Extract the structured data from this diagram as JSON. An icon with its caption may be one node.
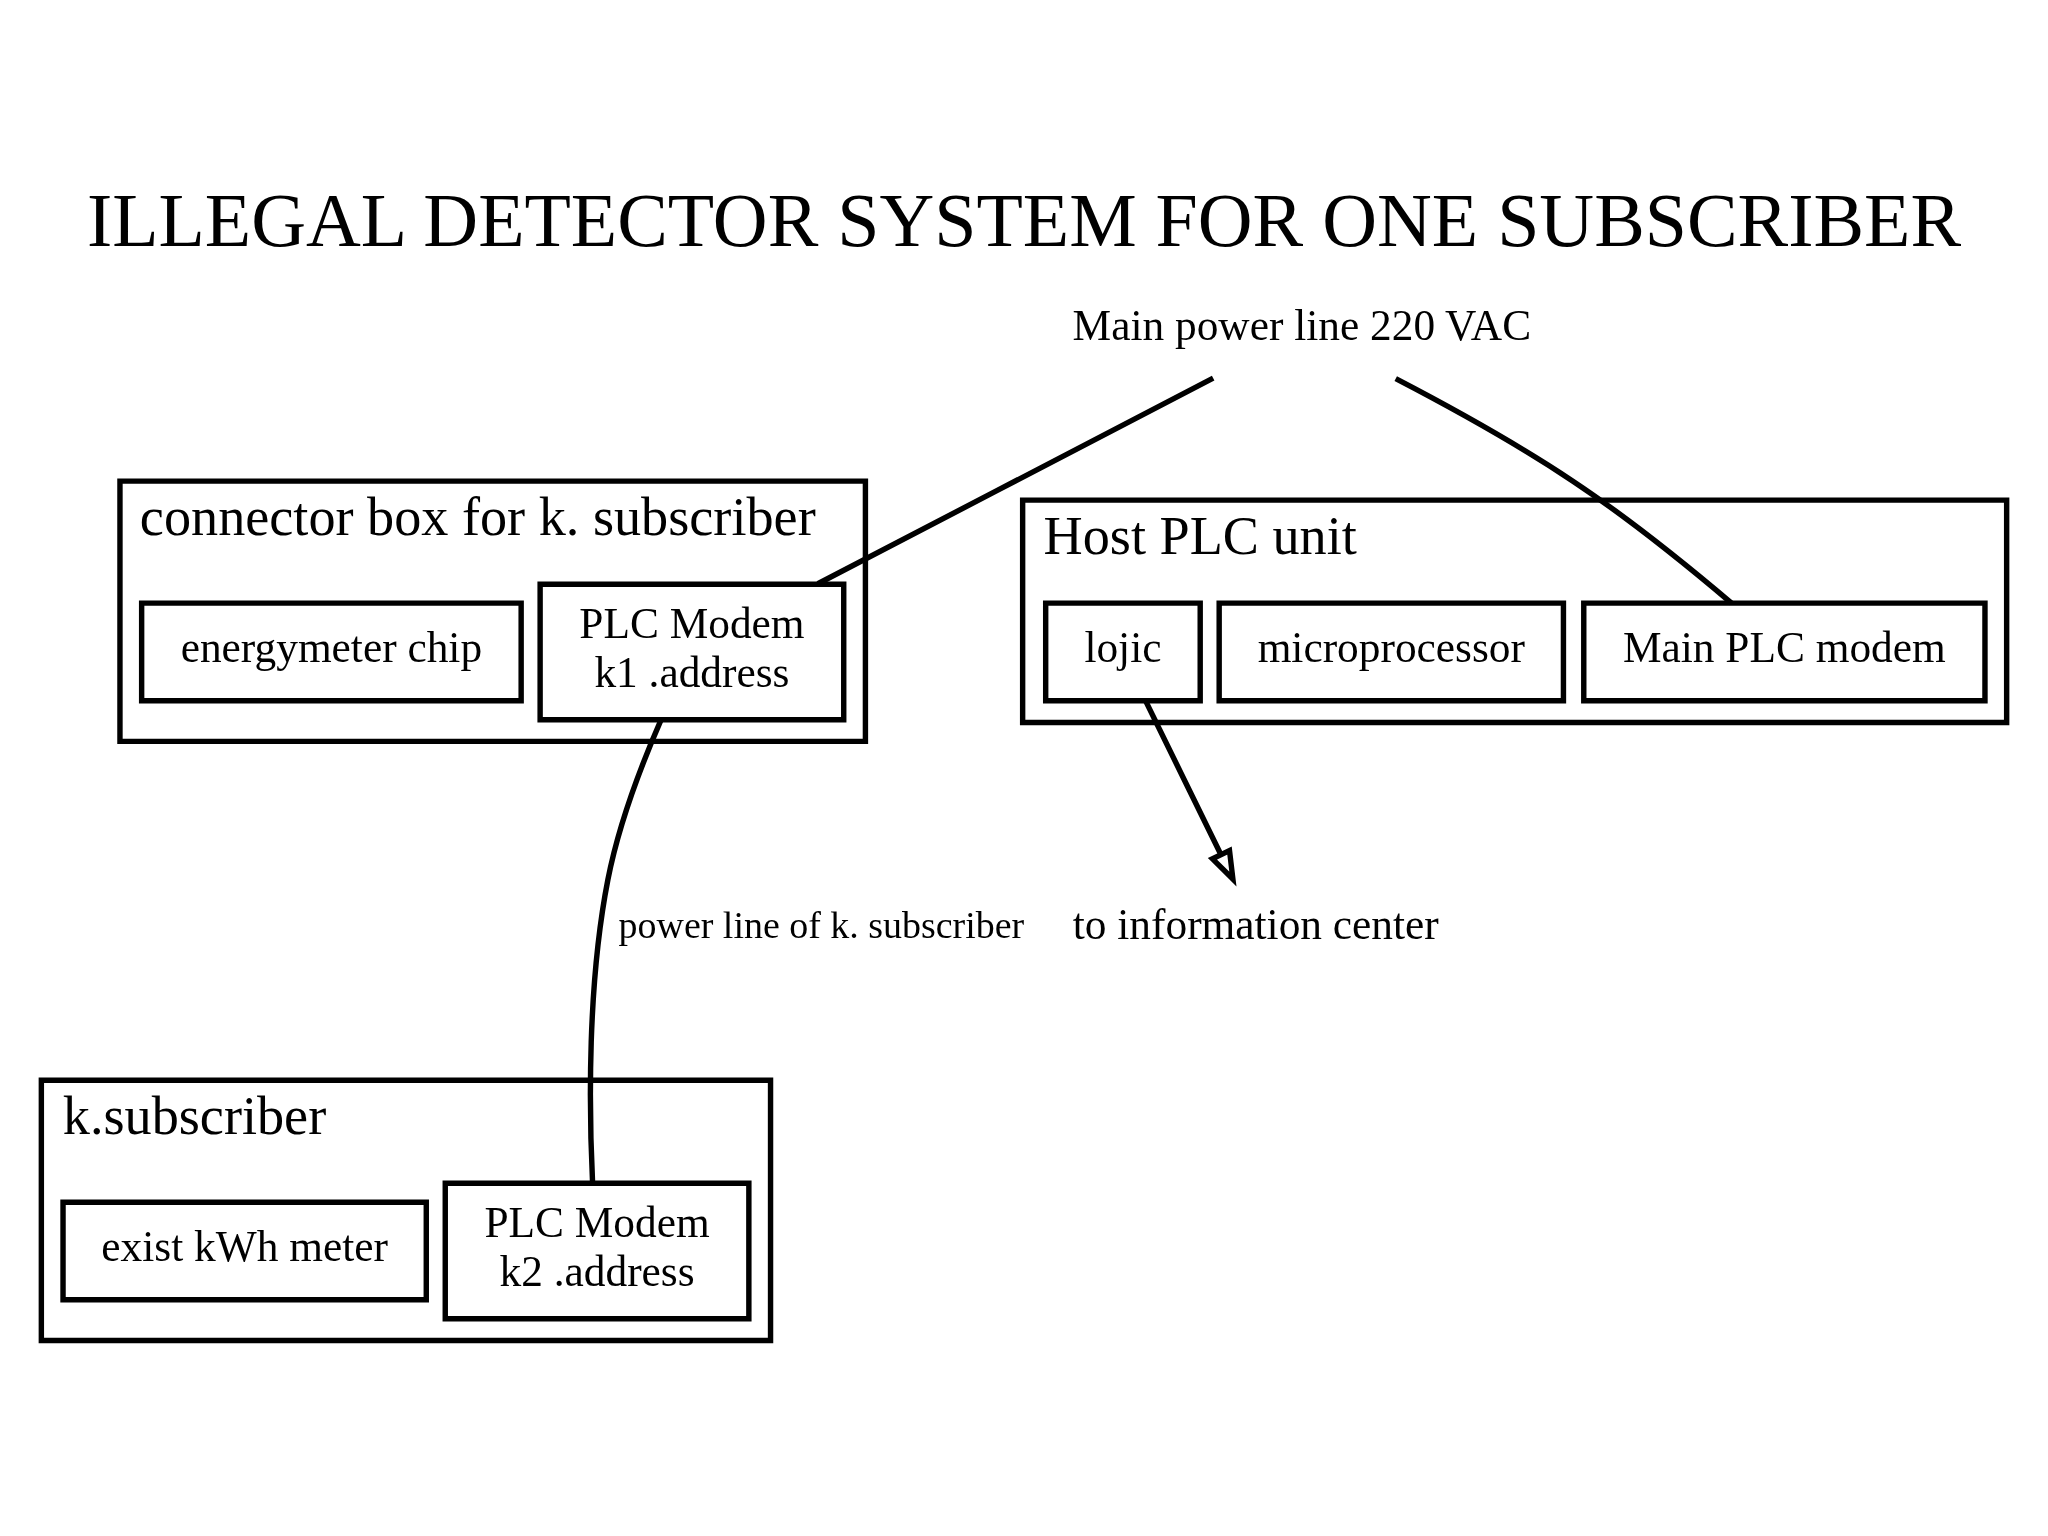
{
  "diagram": {
    "title": "ILLEGAL DETECTOR SYSTEM FOR ONE SUBSCRIBER",
    "nodes": [
      {
        "text": [
          "connector box for k. subscriber"
        ]
      },
      {
        "text": [
          "PLC Modem",
          "k1 .address"
        ],
        "in": 0
      },
      {
        "text": [
          "energymeter chip"
        ],
        "in": 0
      },
      {
        "text": [
          "k.subscriber"
        ]
      },
      {
        "text": [
          "PLC Modem",
          "k2 .address"
        ],
        "in": 3
      },
      {
        "text": [
          "exist kWh meter"
        ],
        "in": 3
      },
      {
        "text": [
          "Host PLC unit"
        ]
      },
      {
        "text": [
          "Main PLC modem"
        ],
        "in": 6
      },
      {
        "text": [
          "microprocessor"
        ],
        "in": 6
      },
      {
        "text": [
          "lojic"
        ],
        "in": 6
      },
      {
        "text": [
          "Main power line 220 VAC"
        ]
      },
      {
        "text": [
          "to information center"
        ]
      }
    ],
    "edges": [
      {
        "from": 10,
        "to": 1,
        "arrow": "none"
      },
      {
        "from": 1,
        "to": 4,
        "arrow": "none",
        "label": "power line of k. subscriber"
      },
      {
        "from": 10,
        "to": 7,
        "arrow": "none"
      },
      {
        "from": 9,
        "to": 11,
        "arrow": "to"
      }
    ]
  }
}
